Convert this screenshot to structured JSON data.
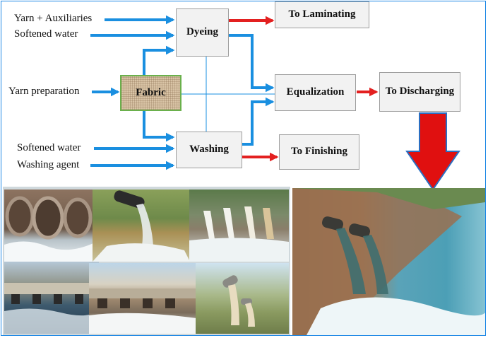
{
  "inputs": {
    "yarn_aux": "Yarn + Auxiliaries",
    "softened_water_top": "Softened water",
    "yarn_preparation": "Yarn preparation",
    "softened_water_bottom": "Softened water",
    "washing_agent": "Washing agent"
  },
  "nodes": {
    "dyeing": "Dyeing",
    "fabric": "Fabric",
    "washing": "Washing",
    "equalization": "Equalization",
    "to_laminating": "To Laminating",
    "to_finishing": "To Finishing",
    "to_discharging": "To Discharging"
  },
  "colors": {
    "input_arrow": "#1a8fe0",
    "output_arrow": "#e32020",
    "frame": "#1e88e5",
    "fabric_border": "#6ab04c"
  },
  "photos": [
    "sewer-pipes-photo",
    "factory-drain-photo",
    "multiple-outfalls-photo",
    "weir-outflow-photo",
    "pipe-outfall-photo",
    "river-discharge-photo"
  ]
}
